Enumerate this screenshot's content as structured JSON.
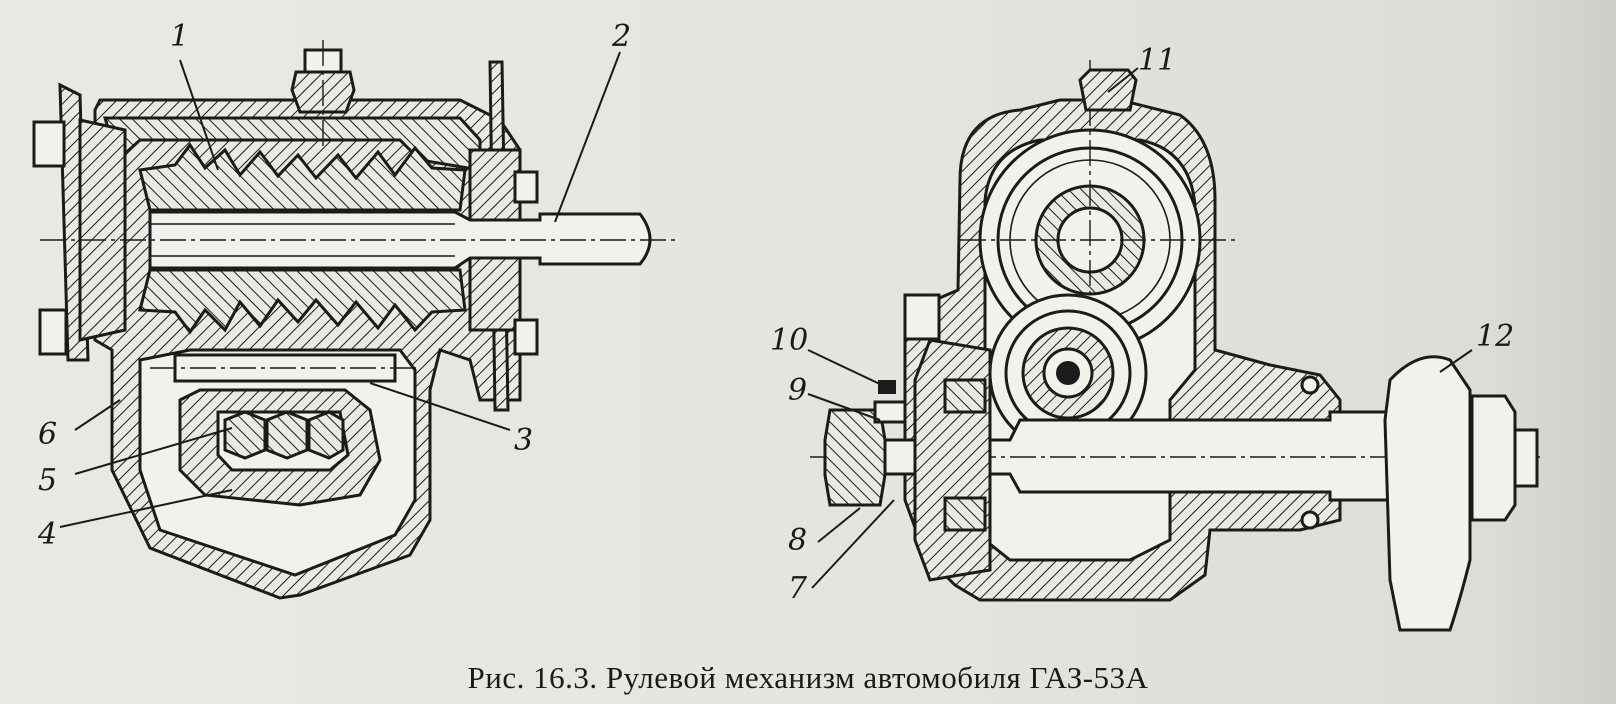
{
  "figure": {
    "callouts": {
      "c1": "1",
      "c2": "2",
      "c3": "3",
      "c4": "4",
      "c5": "5",
      "c6": "6",
      "c7": "7",
      "c8": "8",
      "c9": "9",
      "c10": "10",
      "c11": "11",
      "c12": "12"
    },
    "caption": "Рис. 16.3. Рулевой механизм автомобиля ГАЗ-53А"
  }
}
